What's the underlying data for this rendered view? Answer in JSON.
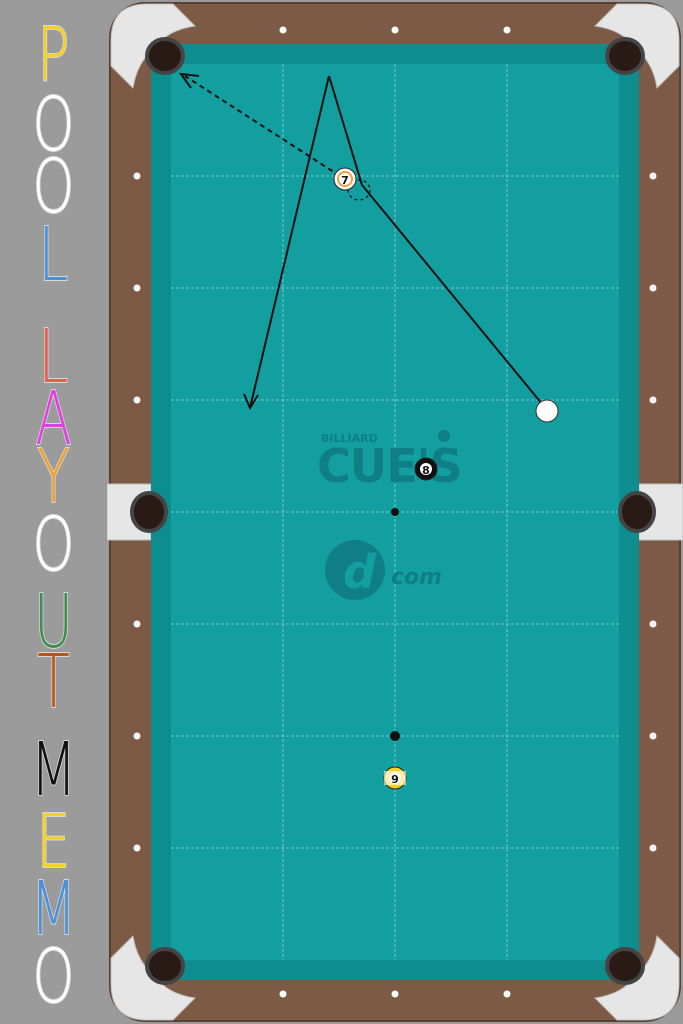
{
  "title_letters": [
    {
      "char": "P",
      "color": "#f5d21c"
    },
    {
      "char": "O",
      "color": "#ffffff"
    },
    {
      "char": "O",
      "color": "#ffffff"
    },
    {
      "char": "L",
      "color": "#4a90d9"
    },
    {
      "char": "L",
      "color": "#e85b4d"
    },
    {
      "char": "A",
      "color": "#e040e0"
    },
    {
      "char": "Y",
      "color": "#f0a030"
    },
    {
      "char": "O",
      "color": "#ffffff"
    },
    {
      "char": "U",
      "color": "#3e8f4e"
    },
    {
      "char": "T",
      "color": "#b8561a"
    },
    {
      "char": "M",
      "color": "#111111"
    },
    {
      "char": "E",
      "color": "#f5d21c"
    },
    {
      "char": "M",
      "color": "#4a90d9"
    },
    {
      "char": "O",
      "color": "#ffffff"
    }
  ],
  "balls": [
    {
      "label": "7",
      "kind": "numbered-orange"
    },
    {
      "label": "8",
      "kind": "numbered-black"
    },
    {
      "label": "9",
      "kind": "numbered-yellow"
    },
    {
      "label": "",
      "kind": "cue-ball"
    }
  ],
  "logo": {
    "top_small": "BILLIARD",
    "main": "CUE'S",
    "secondary": "com",
    "secondary_mark": "d"
  },
  "colors": {
    "felt": "#139ea0",
    "rail_wood": "#7d5a45",
    "cushion_dark": "#0e8d8f",
    "logo": "#0f7f85",
    "grid_line": "#8fd6d6",
    "background": "#9b9b9b"
  },
  "icons": {
    "pocket": "pocket-icon",
    "diamond": "diamond-marker-icon",
    "spot": "spot-icon"
  }
}
